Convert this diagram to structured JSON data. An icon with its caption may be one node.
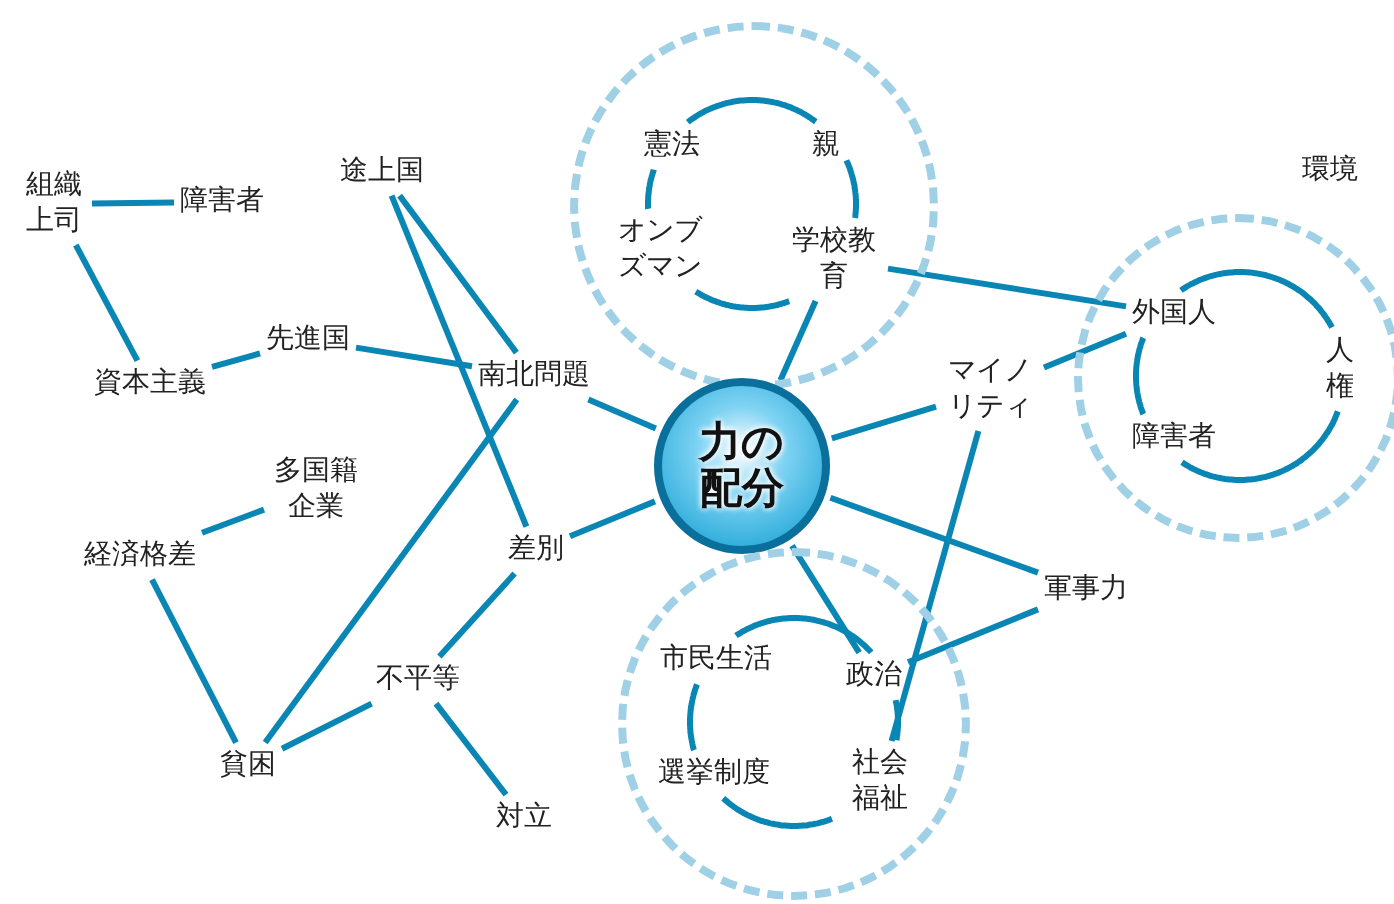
{
  "diagram": {
    "nodes": [
      {
        "text": [
          "組織上司"
        ]
      },
      {
        "text": [
          "障害者"
        ]
      },
      {
        "text": [
          "資本主義"
        ]
      },
      {
        "text": [
          "先進国"
        ]
      },
      {
        "text": [
          "途上国"
        ]
      },
      {
        "text": [
          "南北問題"
        ]
      },
      {
        "text": [
          "多国籍企業"
        ]
      },
      {
        "text": [
          "経済格差"
        ]
      },
      {
        "text": [
          "差別"
        ]
      },
      {
        "text": [
          "不平等"
        ]
      },
      {
        "text": [
          "貧困"
        ]
      },
      {
        "text": [
          "対立"
        ]
      },
      {
        "text": [],
        "shape": "circle"
      },
      {
        "text": [
          "憲法"
        ],
        "in": 12
      },
      {
        "text": [
          "親"
        ],
        "in": 12
      },
      {
        "text": [
          "オンブズマン"
        ],
        "in": 12
      },
      {
        "text": [
          "学校教育"
        ],
        "in": 12
      },
      {
        "text": [
          "力の配分"
        ]
      },
      {
        "text": [
          "マイノリティ"
        ]
      },
      {
        "text": [],
        "shape": "circle"
      },
      {
        "text": [
          "外国人"
        ],
        "in": 19
      },
      {
        "text": [
          "人権"
        ],
        "in": 19
      },
      {
        "text": [
          "障害者"
        ],
        "in": 19
      },
      {
        "text": [
          "軍事力"
        ]
      },
      {
        "text": [],
        "shape": "circle"
      },
      {
        "text": [
          "市民生活"
        ],
        "in": 24
      },
      {
        "text": [
          "政治"
        ],
        "in": 24
      },
      {
        "text": [
          "選挙制度"
        ],
        "in": 24
      },
      {
        "text": [
          "社会福祉"
        ],
        "in": 24
      }
    ],
    "edges": [
      {
        "from": 0,
        "to": 1,
        "arrow": "none"
      },
      {
        "from": 0,
        "to": 2,
        "arrow": "none"
      },
      {
        "from": 2,
        "to": 3,
        "arrow": "none"
      },
      {
        "from": 3,
        "to": 5,
        "arrow": "none"
      },
      {
        "from": 4,
        "to": 5,
        "arrow": "none"
      },
      {
        "from": 4,
        "to": 8,
        "arrow": "none"
      },
      {
        "from": 5,
        "to": 17,
        "arrow": "none"
      },
      {
        "from": 5,
        "to": 10,
        "arrow": "none"
      },
      {
        "from": 6,
        "to": 7,
        "arrow": "none"
      },
      {
        "from": 7,
        "to": 10,
        "arrow": "none"
      },
      {
        "from": 8,
        "to": 17,
        "arrow": "none"
      },
      {
        "from": 8,
        "to": 9,
        "arrow": "none"
      },
      {
        "from": 9,
        "to": 10,
        "arrow": "none"
      },
      {
        "from": 9,
        "to": 11,
        "arrow": "none"
      },
      {
        "from": 13,
        "to": 14,
        "arrow": "none"
      },
      {
        "from": 14,
        "to": 16,
        "arrow": "none"
      },
      {
        "from": 16,
        "to": 15,
        "arrow": "none"
      },
      {
        "from": 15,
        "to": 13,
        "arrow": "none"
      },
      {
        "from": 16,
        "to": 17,
        "arrow": "none"
      },
      {
        "from": 16,
        "to": 20,
        "arrow": "none"
      },
      {
        "from": 17,
        "to": 18,
        "arrow": "none"
      },
      {
        "from": 18,
        "to": 20,
        "arrow": "none"
      },
      {
        "from": 18,
        "to": 28,
        "arrow": "none"
      },
      {
        "from": 20,
        "to": 21,
        "arrow": "none"
      },
      {
        "from": 21,
        "to": 22,
        "arrow": "none"
      },
      {
        "from": 22,
        "to": 20,
        "arrow": "none"
      },
      {
        "from": 17,
        "to": 23,
        "arrow": "none"
      },
      {
        "from": 23,
        "to": 26,
        "arrow": "none"
      },
      {
        "from": 17,
        "to": 26,
        "arrow": "none"
      },
      {
        "from": 25,
        "to": 26,
        "arrow": "none"
      },
      {
        "from": 26,
        "to": 28,
        "arrow": "none"
      },
      {
        "from": 28,
        "to": 27,
        "arrow": "none"
      },
      {
        "from": 27,
        "to": 25,
        "arrow": "none"
      }
    ],
    "labels": [
      "環境"
    ]
  }
}
